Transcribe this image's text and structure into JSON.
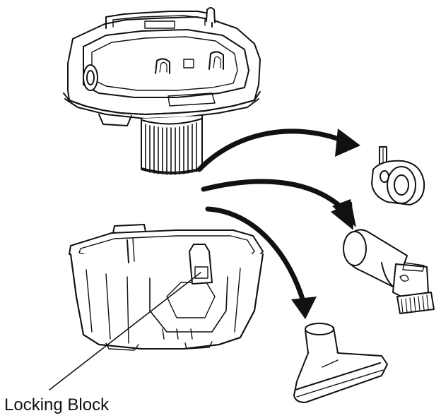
{
  "diagram": {
    "callout_label": "Locking Block",
    "line_color": "#111111",
    "background": "#ffffff",
    "parts": [
      {
        "name": "vacuum-head",
        "icon": "motor-head-icon"
      },
      {
        "name": "cartridge-filter",
        "icon": "filter-icon"
      },
      {
        "name": "collection-tank",
        "icon": "tank-icon"
      },
      {
        "name": "caster-wheel",
        "icon": "caster-icon"
      },
      {
        "name": "dusting-brush",
        "icon": "brush-icon"
      },
      {
        "name": "floor-nozzle",
        "icon": "floor-nozzle-icon"
      }
    ]
  }
}
